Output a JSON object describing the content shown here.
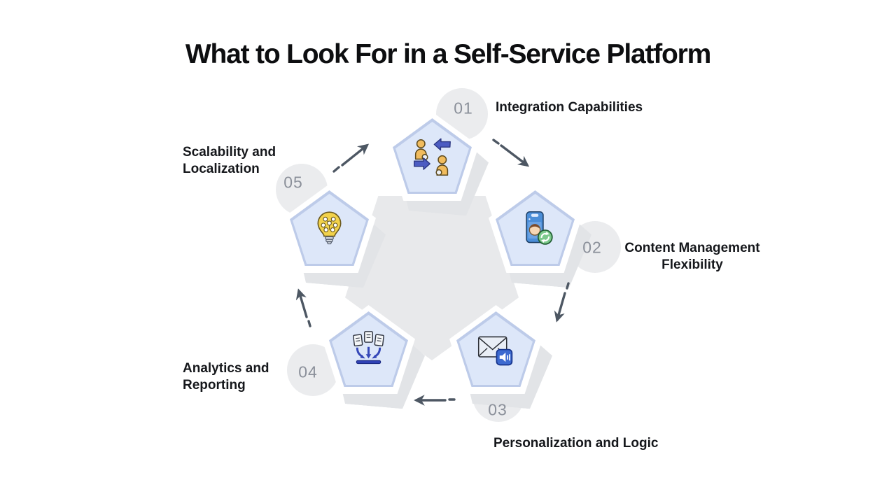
{
  "title": "What to Look For in a Self-Service Platform",
  "diagram": {
    "type": "pentagon-cycle",
    "items": [
      {
        "number": "01",
        "label": "Integration Capabilities",
        "icon": "people-exchange-icon"
      },
      {
        "number": "02",
        "label": "Content Management Flexibility",
        "icon": "phone-sync-icon"
      },
      {
        "number": "03",
        "label": "Personalization and Logic",
        "icon": "mail-announcement-icon"
      },
      {
        "number": "04",
        "label": "Analytics and Reporting",
        "icon": "documents-merge-icon"
      },
      {
        "number": "05",
        "label": "Scalability and Localization",
        "icon": "lightbulb-icon"
      }
    ],
    "colors": {
      "node_fill": "#dde7f9",
      "node_edge": "#bdcbe9",
      "node_border": "#ffffff",
      "shadow": "#e2e4e7",
      "wheel": "#e8e9eb",
      "spoke": "#dcdee1",
      "number_text": "#8b909a",
      "arrow": "#4d5763",
      "label_text": "#15171b"
    }
  }
}
